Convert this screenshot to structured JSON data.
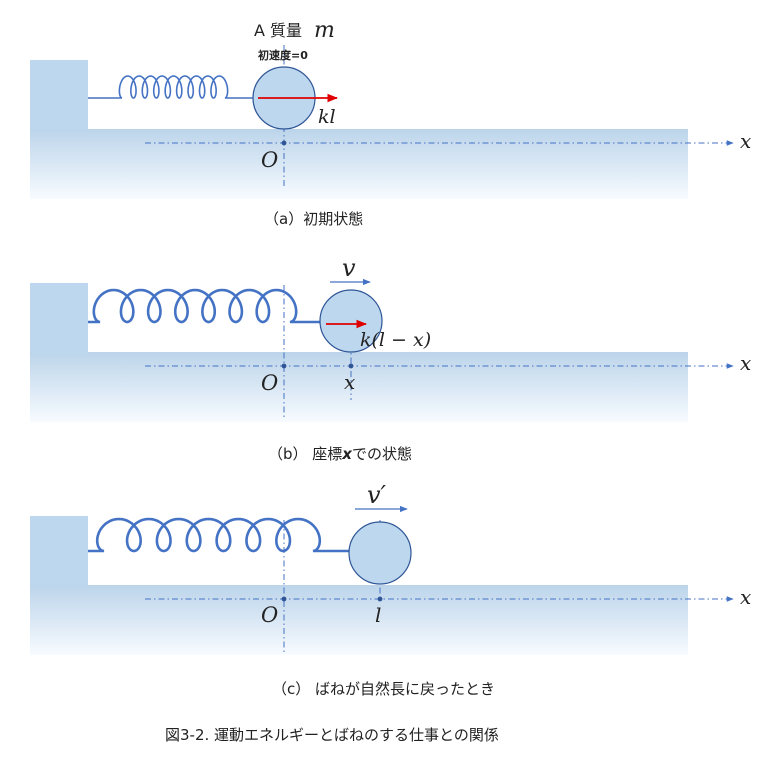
{
  "colors": {
    "block": "#bdd7ee",
    "floor_top": "#bcd4ea",
    "floor_bottom": "#f7fbff",
    "spring": "#4472c4",
    "ball_fill": "#bdd7ee",
    "ball_stroke": "#2f5597",
    "axis": "#4472c4",
    "force_arrow": "#e00000",
    "text": "#222222"
  },
  "panel_a": {
    "mass_prefix": "A 質量",
    "mass_symbol": "m",
    "initial_velocity": "初速度=0",
    "force_label": "kl",
    "origin_label": "O",
    "axis_label": "x",
    "caption": "（a）初期状態"
  },
  "panel_b": {
    "velocity_label": "v",
    "force_label": "k(l − x)",
    "origin_label": "O",
    "position_label": "x",
    "axis_label": "x",
    "caption_prefix": "（b） 座標",
    "caption_var": "x",
    "caption_suffix": "での状態"
  },
  "panel_c": {
    "velocity_label": "v′",
    "origin_label": "O",
    "position_label": "l",
    "axis_label": "x",
    "caption": "（c） ばねが自然長に戻ったとき"
  },
  "figure_caption": "図3-2.  運動エネルギーとばねのする仕事との関係"
}
